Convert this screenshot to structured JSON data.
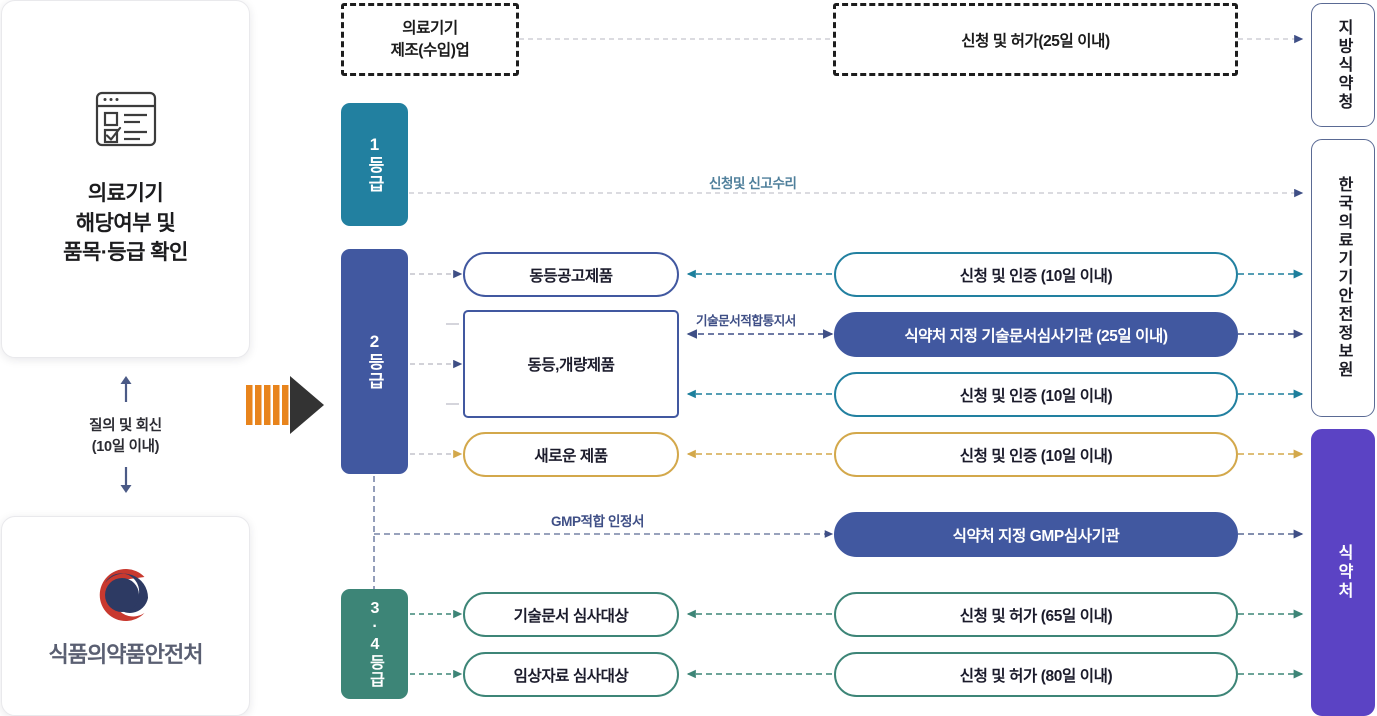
{
  "left_panel": {
    "icon": "checklist-window-icon",
    "title_lines": [
      "의료기기",
      "해당여부 및",
      "품목·등급 확인"
    ],
    "link_lines": [
      "질의 및 회신",
      "(10일 이내)"
    ],
    "agency_logo": "mfds-taegeuk-logo",
    "agency_name": "식품의약품안전처"
  },
  "flow_arrow": "orange-play-arrow",
  "rows": {
    "manufacturer_box": "의료기기\n제조(수입)업",
    "manufacturer_line1": "의료기기",
    "manufacturer_line2": "제조(수입)업",
    "permit_25": "신청 및 허가(25일 이내)",
    "grade1": "1등급",
    "grade1_label": "신청및 신고수리",
    "grade2": "2등급",
    "grade34": "3·4등급",
    "g2_item1": "동등공고제품",
    "g2_item2": "동등,개량제품",
    "g2_item3": "새로운 제품",
    "g2_right1": "신청 및 인증 (10일 이내)",
    "g2_right2": "식약처 지정 기술문서심사기관 (25일 이내)",
    "g2_right3": "신청 및 인증 (10일 이내)",
    "g2_right4": "신청 및 인증 (10일 이내)",
    "tech_doc_label": "기술문서적합통지서",
    "gmp_label": "GMP적합 인정서",
    "gmp_box": "식약처 지정 GMP심사기관",
    "g34_item1": "기술문서 심사대상",
    "g34_item2": "임상자료 심사대상",
    "g34_right1": "신청 및 허가 (65일 이내)",
    "g34_right2": "신청 및 허가 (80일 이내)"
  },
  "side_boxes": {
    "local": "지방식약청",
    "kmdia": "한국의료기기안전정보원",
    "mfds": "식약처"
  },
  "colors": {
    "teal": "#2280a0",
    "navy": "#4158a0",
    "gold": "#d3a84b",
    "green": "#3d8577",
    "purple": "#5b43c4",
    "orange": "#e8841c",
    "dark": "#333333",
    "gray_dash": "#c9c9cf"
  }
}
